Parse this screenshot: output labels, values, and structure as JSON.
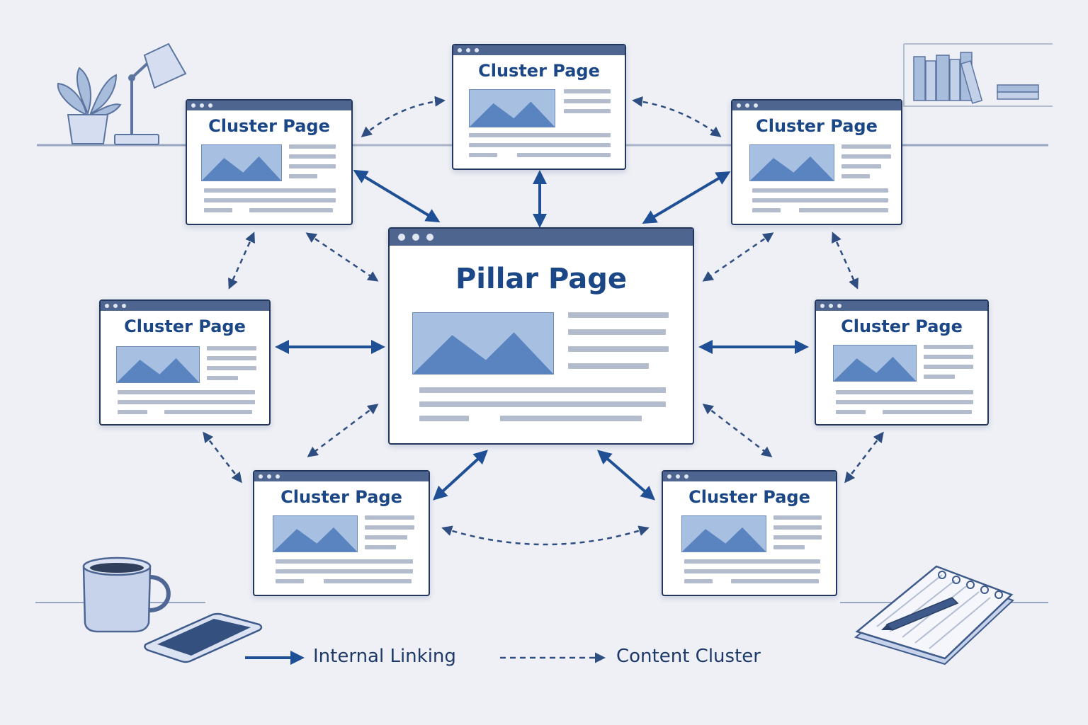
{
  "diagram": {
    "pillar": {
      "title": "Pillar Page"
    },
    "clusters": [
      {
        "title": "Cluster Page"
      },
      {
        "title": "Cluster Page"
      },
      {
        "title": "Cluster Page"
      },
      {
        "title": "Cluster Page"
      },
      {
        "title": "Cluster Page"
      },
      {
        "title": "Cluster Page"
      },
      {
        "title": "Cluster Page"
      }
    ]
  },
  "legend": {
    "solid_label": "Internal Linking",
    "dashed_label": "Content Cluster"
  },
  "colors": {
    "primary": "#1b4787",
    "arrow": "#1f4f94",
    "image_fill": "#a7c0e1",
    "mountain": "#5a84c0",
    "background": "#eef0f6"
  },
  "icons": [
    "plant-icon",
    "desk-lamp-icon",
    "bookshelf-icon",
    "coffee-mug-icon",
    "smartphone-icon",
    "notepad-icon",
    "pen-icon"
  ]
}
